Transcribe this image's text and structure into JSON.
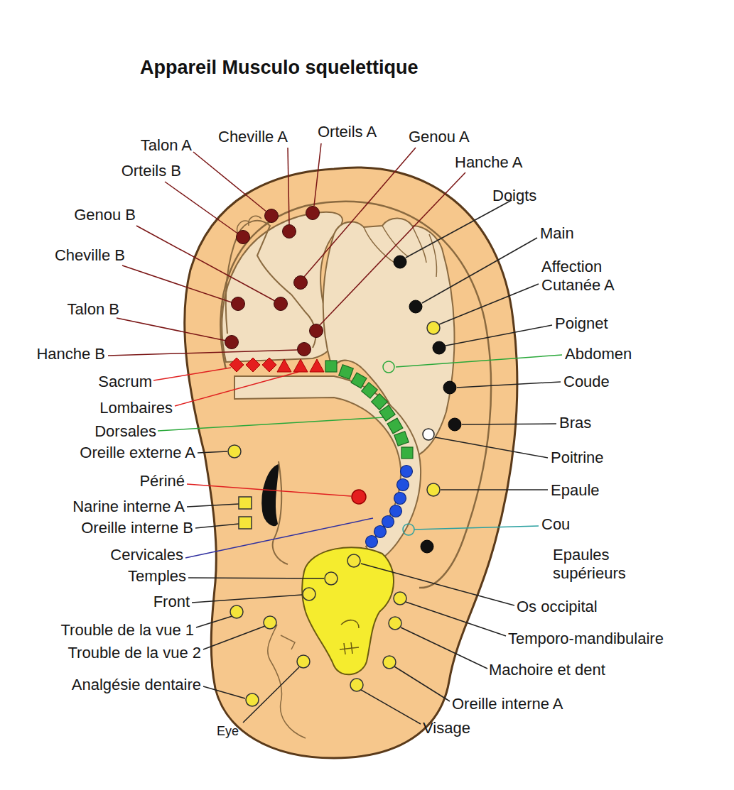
{
  "diagram": {
    "title": "Appareil Musculo squelettique",
    "labels": [
      "Talon A",
      "Cheville A",
      "Orteils A",
      "Genou A",
      "Orteils B",
      "Hanche A",
      "Doigts",
      "Genou B",
      "Main",
      "Cheville B",
      "Affection Cutanée A",
      "Talon B",
      "Poignet",
      "Hanche B",
      "Abdomen",
      "Sacrum",
      "Coude",
      "Lombaires",
      "Bras",
      "Dorsales",
      "Oreille externe A",
      "Poitrine",
      "Périné",
      "Epaule",
      "Narine interne A",
      "Cou",
      "Oreille interne B",
      "Epaules supérieurs",
      "Cervicales",
      "Temples",
      "Front",
      "Os occipital",
      "Trouble de la vue 1",
      "Temporo-mandibulaire",
      "Trouble de la vue 2",
      "Machoire et dent",
      "Analgésie dentaire",
      "Oreille interne A",
      "Eye",
      "Visage"
    ]
  }
}
